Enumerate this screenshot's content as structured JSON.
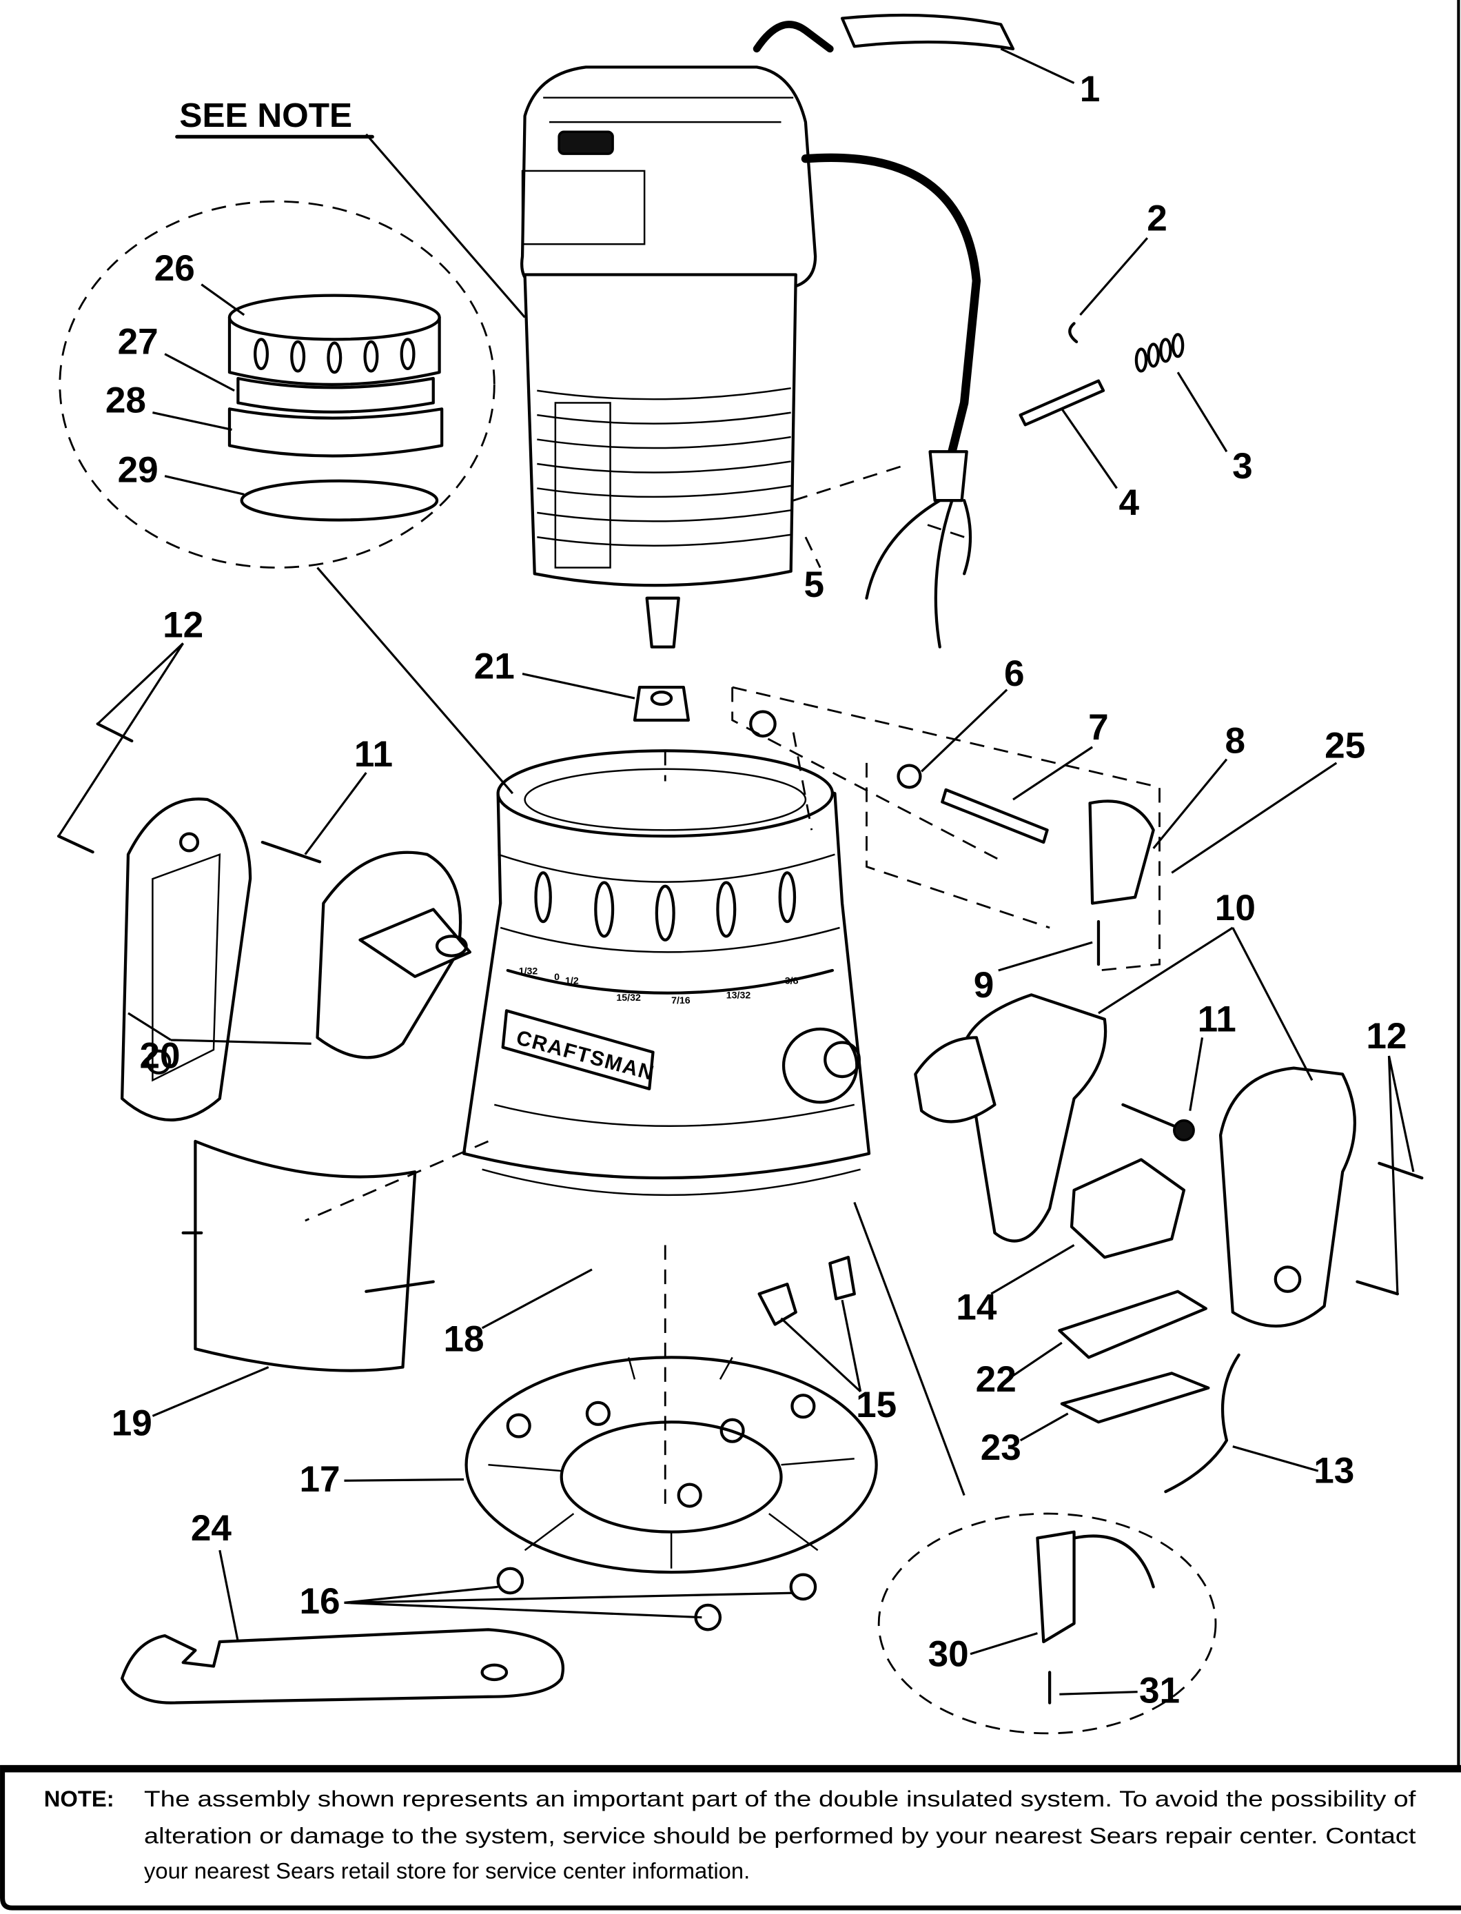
{
  "diagram": {
    "see_note": "SEE NOTE",
    "brand_label": "CRAFTSMAN",
    "depth_scale": [
      "1/32",
      "0",
      "1/2",
      "15/32",
      "7/16",
      "13/32",
      "3/8"
    ],
    "callouts": [
      "1",
      "2",
      "3",
      "4",
      "5",
      "6",
      "7",
      "8",
      "9",
      "10",
      "11",
      "11",
      "12",
      "12",
      "13",
      "14",
      "15",
      "16",
      "17",
      "18",
      "19",
      "20",
      "21",
      "22",
      "23",
      "24",
      "25",
      "26",
      "27",
      "28",
      "29",
      "30",
      "31"
    ]
  },
  "note": {
    "label": "NOTE:",
    "line1": "The assembly shown represents an important part of the double insulated system. To avoid the possibility of",
    "line2": "alteration or damage to the system, service should be performed by your nearest Sears repair center. Contact",
    "line3": "your nearest Sears retail store for service center information."
  }
}
